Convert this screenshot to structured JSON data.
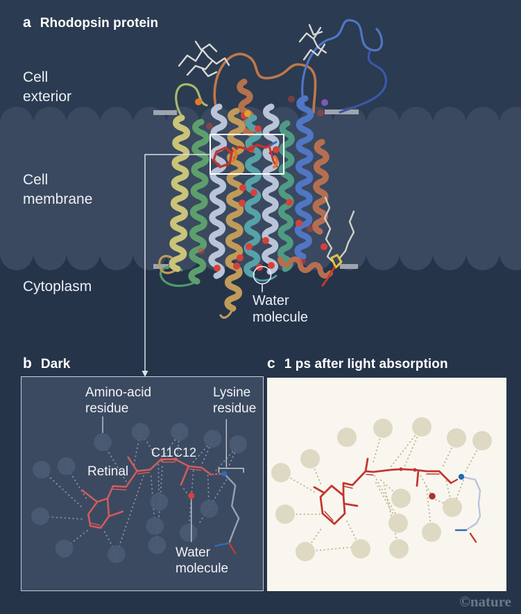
{
  "panel_a": {
    "letter": "a",
    "title": "Rhodopsin protein",
    "labels": {
      "cell_exterior": "Cell\nexterior",
      "cell_membrane": "Cell\nmembrane",
      "cytoplasm": "Cytoplasm",
      "water_molecule": "Water\nmolecule"
    }
  },
  "panel_b": {
    "letter": "b",
    "title": "Dark",
    "labels": {
      "amino_acid_residue": "Amino-acid\nresidue",
      "lysine_residue": "Lysine\nresidue",
      "retinal": "Retinal",
      "c11": "C11",
      "c12": "C12",
      "water_molecule": "Water\nmolecule"
    }
  },
  "panel_c": {
    "letter": "c",
    "title": "1 ps after light absorption"
  },
  "credit": "©nature",
  "colors": {
    "background_navy": "#253449",
    "cell_exterior_bg": "#2b3b51",
    "membrane_band": "#3a4960",
    "panel_b_bg": "#3b4a61",
    "panel_b_border": "#c9cfd8",
    "panel_c_bg": "#f9f6ef",
    "label_text": "#edf0f4",
    "credit_text": "#6e7887",
    "retinal_red_dark": "#c2362f",
    "retinal_red_light": "#d05c5c",
    "residue_circle_b": "#4a5b73",
    "residue_circle_c": "#ded9c2",
    "dotted_b": "#8e9db2",
    "dotted_c": "#b7ba90",
    "nitrogen_blue": "#2f6cb8",
    "oxygen_red": "#c43a2e",
    "water_red_bright": "#d84038",
    "water_red_dark": "#a83430",
    "lysine_gray": "#97a3b3",
    "lysine_light_blue": "#b9c4de",
    "callout_line": "#dde2e9",
    "membrane_bar_gray": "#a8aeb6",
    "glycan_white": "#d9d9d5",
    "protein_palette": [
      "#c9c478",
      "#5d9f6c",
      "#b9c4d8",
      "#b5714b",
      "#c09b59",
      "#55a2a8",
      "#b9c4d8",
      "#4f9b82",
      "#b56f50",
      "#5076c4"
    ]
  }
}
